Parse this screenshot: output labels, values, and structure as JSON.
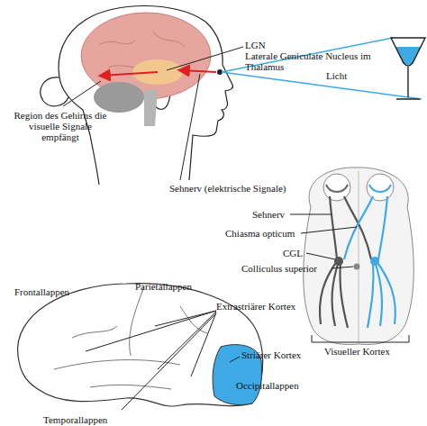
{
  "diagram": {
    "labels": [
      "LGN",
      "Laterale Geniculate Nucleus im Thalamus",
      "Licht",
      "Region des Gehirns die visuelle Signale empfängt",
      "Sehnerv (elektrische Signale)",
      "Sehnerv",
      "Chiasma opticum",
      "CGL",
      "Colliculus superior",
      "Visueller Kortex",
      "Frontallappen",
      "Parietallappen",
      "Extrastriärer Kortex",
      "Striärer Kortex",
      "Occipitallappen",
      "Temporallappen"
    ]
  }
}
